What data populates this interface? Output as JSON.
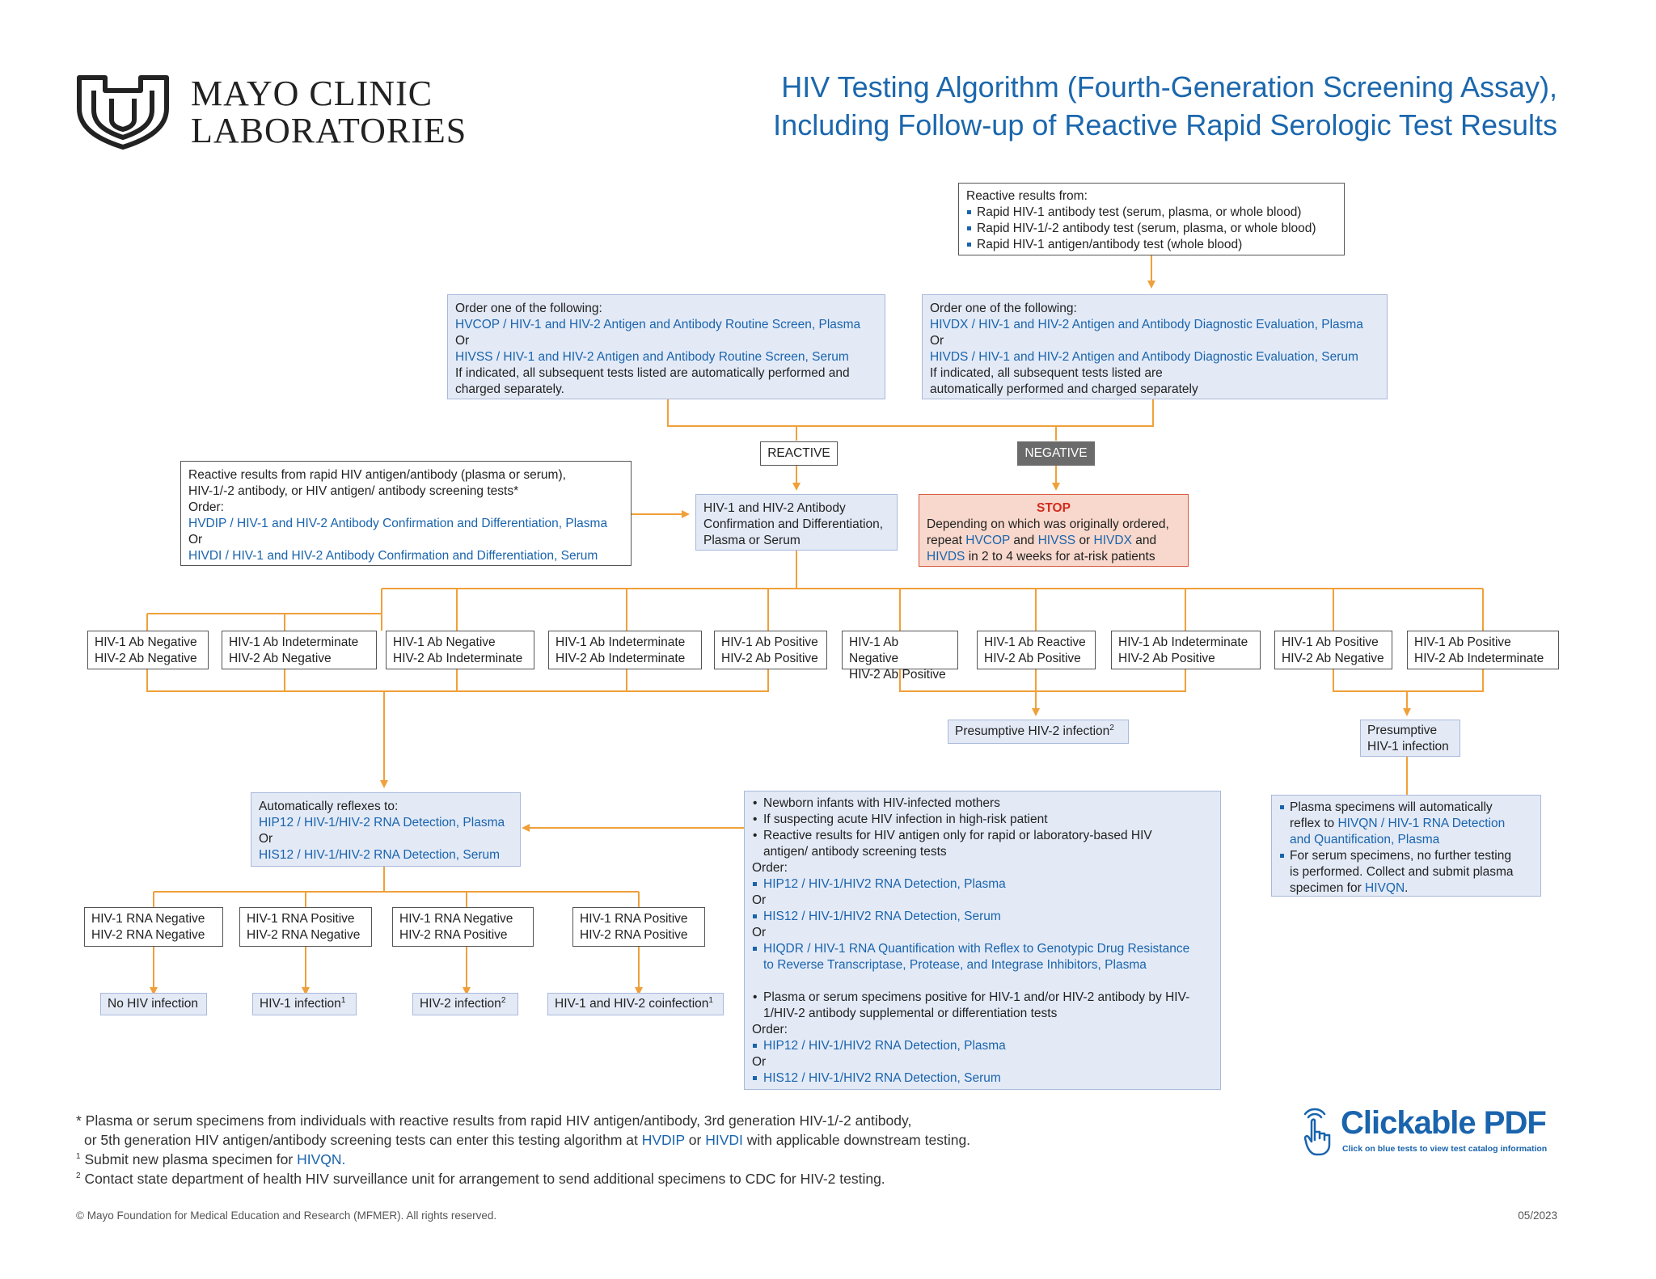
{
  "header": {
    "brand_line1": "MAYO CLINIC",
    "brand_line2": "LABORATORIES",
    "title_line1": "HIV Testing Algorithm (Fourth-Generation Screening Assay),",
    "title_line2": "Including Follow-up of Reactive Rapid Serologic Test Results"
  },
  "colors": {
    "accent_blue": "#1a64ad",
    "title_blue": "#1b67ad",
    "connector_orange": "#f0a03a",
    "stop_red": "#d32b1e",
    "negative_gray": "#6b6b6b"
  },
  "rapid_box": {
    "heading": "Reactive results from:",
    "items": [
      "Rapid HIV-1 antibody test (serum, plasma, or whole blood)",
      "Rapid HIV-1/-2 antibody test (serum, plasma, or whole blood)",
      "Rapid HIV-1 antigen/antibody test (whole blood)"
    ]
  },
  "routine_box": {
    "heading": "Order one of the following:",
    "link1": "HVCOP / HIV-1 and HIV-2 Antigen and Antibody Routine Screen, Plasma",
    "or": "Or",
    "link2": "HIVSS / HIV-1 and HIV-2 Antigen and Antibody Routine Screen, Serum",
    "note1": "If indicated, all subsequent tests listed are automatically performed and",
    "note2": "charged separately."
  },
  "diag_box": {
    "heading": "Order one of the following:",
    "link1": "HIVDX / HIV-1 and HIV-2 Antigen and Antibody Diagnostic Evaluation, Plasma",
    "or": "Or",
    "link2": "HIVDS / HIV-1 and HIV-2 Antigen and Antibody Diagnostic Evaluation, Serum",
    "note1": "If indicated, all subsequent tests listed are",
    "note2": "automatically performed and charged separately"
  },
  "reactive_label": "REACTIVE",
  "negative_label": "NEGATIVE",
  "entry_box": {
    "line1": "Reactive results from rapid HIV antigen/antibody (plasma or serum),",
    "line2": "HIV-1/-2 antibody, or HIV antigen/ antibody screening tests*",
    "line3": "Order:",
    "link1": "HVDIP / HIV-1 and HIV-2 Antibody Confirmation and Differentiation, Plasma",
    "or": "Or",
    "link2": "HIVDI / HIV-1 and HIV-2 Antibody Confirmation and Differentiation, Serum"
  },
  "confirm_box": {
    "line1": "HIV-1 and HIV-2 Antibody",
    "line2": "Confirmation and Differentiation,",
    "line3": "Plasma or Serum"
  },
  "stop_box": {
    "title": "STOP",
    "line1": "Depending on which was originally ordered,",
    "repeat": "repeat",
    "t1": "HVCOP",
    "and1": "and",
    "t2": "HIVSS",
    "or": "or",
    "t3": "HIVDX",
    "and2": "and",
    "t4": "HIVDS",
    "tail": "in 2 to 4 weeks for at-risk patients"
  },
  "ab_results": [
    {
      "l1": "HIV-1 Ab Negative",
      "l2": "HIV-2 Ab Negative"
    },
    {
      "l1": "HIV-1 Ab Indeterminate",
      "l2": "HIV-2 Ab Negative"
    },
    {
      "l1": "HIV-1 Ab Negative",
      "l2": "HIV-2 Ab Indeterminate"
    },
    {
      "l1": "HIV-1 Ab Indeterminate",
      "l2": "HIV-2 Ab Indeterminate"
    },
    {
      "l1": "HIV-1 Ab Positive",
      "l2": "HIV-2 Ab Positive"
    },
    {
      "l1": "HIV-1 Ab Negative",
      "l2": "HIV-2 Ab Positive"
    },
    {
      "l1": "HIV-1 Ab Reactive",
      "l2": "HIV-2 Ab Positive"
    },
    {
      "l1": "HIV-1 Ab Indeterminate",
      "l2": "HIV-2 Ab Positive"
    },
    {
      "l1": "HIV-1 Ab Positive",
      "l2": "HIV-2 Ab Negative"
    },
    {
      "l1": "HIV-1 Ab Positive",
      "l2": "HIV-2 Ab Indeterminate"
    }
  ],
  "presumptive_hiv2": "Presumptive HIV-2 infection",
  "presumptive_hiv2_sup": "2",
  "presumptive_hiv1": {
    "l1": "Presumptive",
    "l2": "HIV-1 infection"
  },
  "reflex_box": {
    "heading": "Automatically reflexes to:",
    "link1": "HIP12 / HIV-1/HIV-2 RNA Detection, Plasma",
    "or": "Or",
    "link2": "HIS12 / HIV-1/HIV-2 RNA Detection, Serum"
  },
  "newborn_box": {
    "b1": "Newborn infants with HIV-infected mothers",
    "b2": "If suspecting acute HIV infection in high-risk patient",
    "b3a": "Reactive results for HIV antigen only for rapid or laboratory-based HIV",
    "b3b": "antigen/ antibody screening tests",
    "order": "Order:",
    "o1": "HIP12 / HIV-1/HIV2 RNA Detection, Plasma",
    "or1": "Or",
    "o2": "HIS12 / HIV-1/HIV2 RNA Detection, Serum",
    "or2": "Or",
    "o3a": "HIQDR / HIV-1 RNA Quantification with Reflex to Genotypic Drug Resistance",
    "o3b": "to Reverse Transcriptase, Protease, and Integrase Inhibitors, Plasma",
    "b4a": "Plasma or serum specimens positive for HIV-1 and/or HIV-2 antibody by HIV-",
    "b4b": "1/HIV-2 antibody supplemental or differentiation tests",
    "order2": "Order:",
    "o4": "HIP12 / HIV-1/HIV2 RNA Detection, Plasma",
    "or3": "Or",
    "o5": "HIS12 / HIV-1/HIV2 RNA Detection, Serum"
  },
  "hiv1_box": {
    "p1a": "Plasma specimens will automatically",
    "p1b": "reflex to",
    "p1link1": "HIVQN / HIV-1 RNA Detection",
    "p1link2": "and Quantification, Plasma",
    "p2a": "For serum specimens, no further testing",
    "p2b": "is performed. Collect and submit plasma",
    "p2c": "specimen for",
    "p2link": "HIVQN",
    "p2end": "."
  },
  "rna_results": [
    {
      "l1": "HIV-1 RNA Negative",
      "l2": "HIV-2 RNA Negative"
    },
    {
      "l1": "HIV-1 RNA Positive",
      "l2": "HIV-2 RNA Negative"
    },
    {
      "l1": "HIV-1 RNA Negative",
      "l2": "HIV-2 RNA Positive"
    },
    {
      "l1": "HIV-1 RNA Positive",
      "l2": "HIV-2 RNA Positive"
    }
  ],
  "outcomes": [
    {
      "text": "No HIV infection",
      "sup": ""
    },
    {
      "text": "HIV-1 infection",
      "sup": "1"
    },
    {
      "text": "HIV-2 infection",
      "sup": "2"
    },
    {
      "text": "HIV-1 and HIV-2 coinfection",
      "sup": "1"
    }
  ],
  "footnotes": {
    "star_a": "* Plasma or serum specimens from individuals with reactive results from rapid HIV antigen/antibody, 3rd generation HIV-1/-2 antibody,",
    "star_b": "or 5th generation HIV antigen/antibody screening tests can enter this testing algorithm at",
    "star_link1": "HVDIP",
    "star_or": "or",
    "star_link2": "HIVDI",
    "star_end": "with applicable downstream testing.",
    "f1_mark": "1",
    "f1_text": "Submit new plasma specimen for",
    "f1_link": "HIVQN.",
    "f2_mark": "2",
    "f2_text": "Contact state department of health HIV surveillance unit for arrangement to send additional specimens to CDC for HIV-2 testing."
  },
  "clickable": {
    "title": "Clickable PDF",
    "subtitle": "Click on blue tests to view test catalog information"
  },
  "copyright": "© Mayo Foundation for Medical Education and Research (MFMER). All rights reserved.",
  "date": "05/2023"
}
